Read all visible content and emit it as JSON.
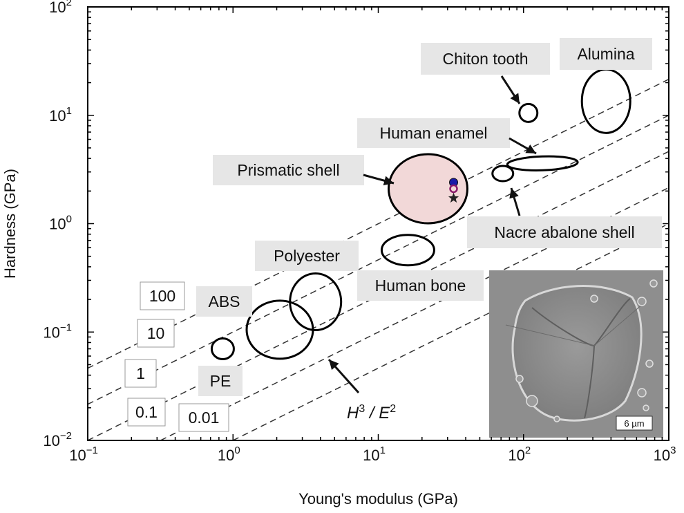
{
  "chart_data": {
    "type": "scatter",
    "xscale": "log",
    "yscale": "log",
    "xlabel": "Young's modulus (GPa)",
    "ylabel": "Hardness (GPa)",
    "xlim": [
      0.1,
      1000
    ],
    "ylim": [
      0.01,
      100
    ],
    "x_ticks": [
      {
        "base": "10",
        "exp": "−1"
      },
      {
        "base": "10",
        "exp": "0"
      },
      {
        "base": "10",
        "exp": "1"
      },
      {
        "base": "10",
        "exp": "2"
      },
      {
        "base": "10",
        "exp": "3"
      }
    ],
    "y_ticks": [
      {
        "base": "10",
        "exp": "−2"
      },
      {
        "base": "10",
        "exp": "−1"
      },
      {
        "base": "10",
        "exp": "0"
      },
      {
        "base": "10",
        "exp": "1"
      },
      {
        "base": "10",
        "exp": "2"
      }
    ],
    "materials": [
      {
        "label": "PE",
        "x": 0.85,
        "y": 0.07
      },
      {
        "label": "ABS",
        "x": 2.1,
        "y": 0.105
      },
      {
        "label": "Polyester",
        "x": 3.7,
        "y": 0.19
      },
      {
        "label": "Human bone",
        "x": 16,
        "y": 0.57
      },
      {
        "label": "Prismatic shell",
        "x": 22,
        "y": 2.1,
        "highlight": "#f2d8d8"
      },
      {
        "label": "Nacre abalone shell",
        "x": 72,
        "y": 2.9
      },
      {
        "label": "Human enamel",
        "x": 135,
        "y": 3.6
      },
      {
        "label": "Chiton tooth",
        "x": 108,
        "y": 10.5
      },
      {
        "label": "Alumina",
        "x": 370,
        "y": 13.5
      }
    ],
    "points": [
      {
        "marker": "circle-filled",
        "color": "#1a1aa8",
        "x": 33,
        "y": 2.4
      },
      {
        "marker": "circle-open",
        "color": "#8a1a6a",
        "x": 33,
        "y": 2.1
      },
      {
        "marker": "star",
        "color": "#222222",
        "x": 33,
        "y": 1.72
      }
    ],
    "reference_lines": {
      "annotation": {
        "text": "H",
        "sup1": "3",
        "mid": " / E",
        "sup2": "2"
      },
      "values": [
        "100",
        "10",
        "1",
        "0.1",
        "0.01"
      ]
    },
    "inset": {
      "scale_bar": "6 µm"
    }
  }
}
